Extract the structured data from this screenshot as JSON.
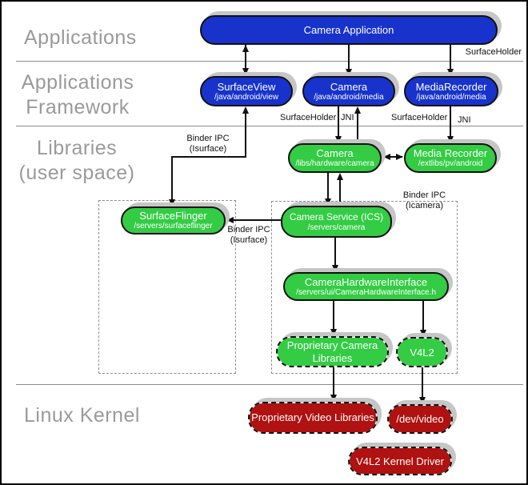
{
  "layers": {
    "applications": {
      "label": "Applications"
    },
    "framework": {
      "label_line1": "Applications",
      "label_line2": "Framework"
    },
    "libraries": {
      "label_line1": "Libraries",
      "label_line2": "(user space)"
    },
    "kernel": {
      "label": "Linux Kernel"
    }
  },
  "boxes": {
    "camera_application": {
      "title": "Camera Application"
    },
    "surfaceview": {
      "title": "SurfaceView",
      "path": "/java/android/view"
    },
    "camera_java": {
      "title": "Camera",
      "path": "/java/android/media"
    },
    "mediarecorder": {
      "title": "MediaRecorder",
      "path": "/java/android/media"
    },
    "camera_native": {
      "title": "Camera",
      "path": "/libs/hardware/camera"
    },
    "media_recorder_native": {
      "title": "Media Recorder",
      "path": "/extlibs/pv/android"
    },
    "surfaceflinger": {
      "title": "SurfaceFlinger",
      "path": "/servers/surfaceflinger"
    },
    "camera_service": {
      "title": "Camera Service (ICS)",
      "path": "/servers/camera"
    },
    "camera_hardware_interface": {
      "title": "CameraHardwareInterface",
      "path": "/servers/ui/CameraHardwareInterface.h"
    },
    "proprietary_camera_libraries": {
      "title": "Proprietary Camera Libraries"
    },
    "v4l2": {
      "title": "V4L2"
    },
    "proprietary_video_libraries": {
      "title": "Proprietary Video Libraries"
    },
    "dev_video": {
      "title": "/dev/video"
    },
    "v4l2_kernel_driver": {
      "title": "V4L2 Kernel Driver"
    }
  },
  "edge_labels": {
    "surfaceholder_app": "SurfaceHolder",
    "binder_ipc_surfaceview": {
      "line1": "Binder IPC",
      "line2": "(Isurface)"
    },
    "surfaceholder_camera": "SurfaceHolder",
    "jni_camera": "JNI",
    "surfaceholder_mediarecorder": "SurfaceHolder",
    "jni_mediarecorder": "JNI",
    "binder_ipc_icamera": {
      "line1": "Binder IPC",
      "line2": "(Icamera)"
    },
    "binder_ipc_isurface_mid": {
      "line1": "Binder IPC",
      "line2": "(Isurface)"
    }
  },
  "colors": {
    "box_blue": "#1733cc",
    "box_green": "#33cc44",
    "box_red": "#b01111",
    "shadow_gray": "#c6c6c6",
    "layer_label_gray": "#9a9a9a",
    "line_black": "#111111"
  }
}
